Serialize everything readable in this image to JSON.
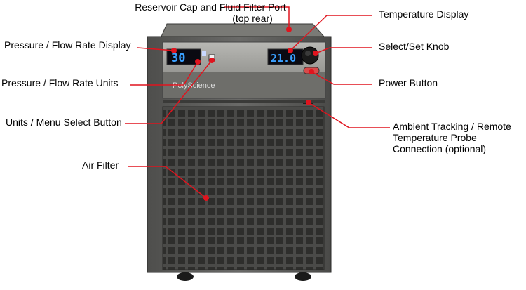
{
  "diagram": {
    "device_brand": "PolyScience",
    "pressure_display_value": "30",
    "temperature_display_value": "21.0",
    "labels": {
      "reservoir_cap_line1": "Reservoir Cap and Fluid Filter Port",
      "reservoir_cap_line2": "(top rear)",
      "pressure_flow_display": "Pressure / Flow Rate Display",
      "pressure_flow_units": "Pressure / Flow Rate Units",
      "units_menu_button": "Units / Menu Select Button",
      "air_filter": "Air Filter",
      "temperature_display": "Temperature Display",
      "select_set_knob": "Select/Set Knob",
      "power_button": "Power Button",
      "ambient_line1": "Ambient Tracking / Remote",
      "ambient_line2": "Temperature Probe",
      "ambient_line3": "Connection (optional)"
    },
    "colors": {
      "leader": "#e0141e",
      "body": "#5a5a58",
      "grille": "#3a3a38",
      "display_text": "#3aa0ff"
    }
  }
}
